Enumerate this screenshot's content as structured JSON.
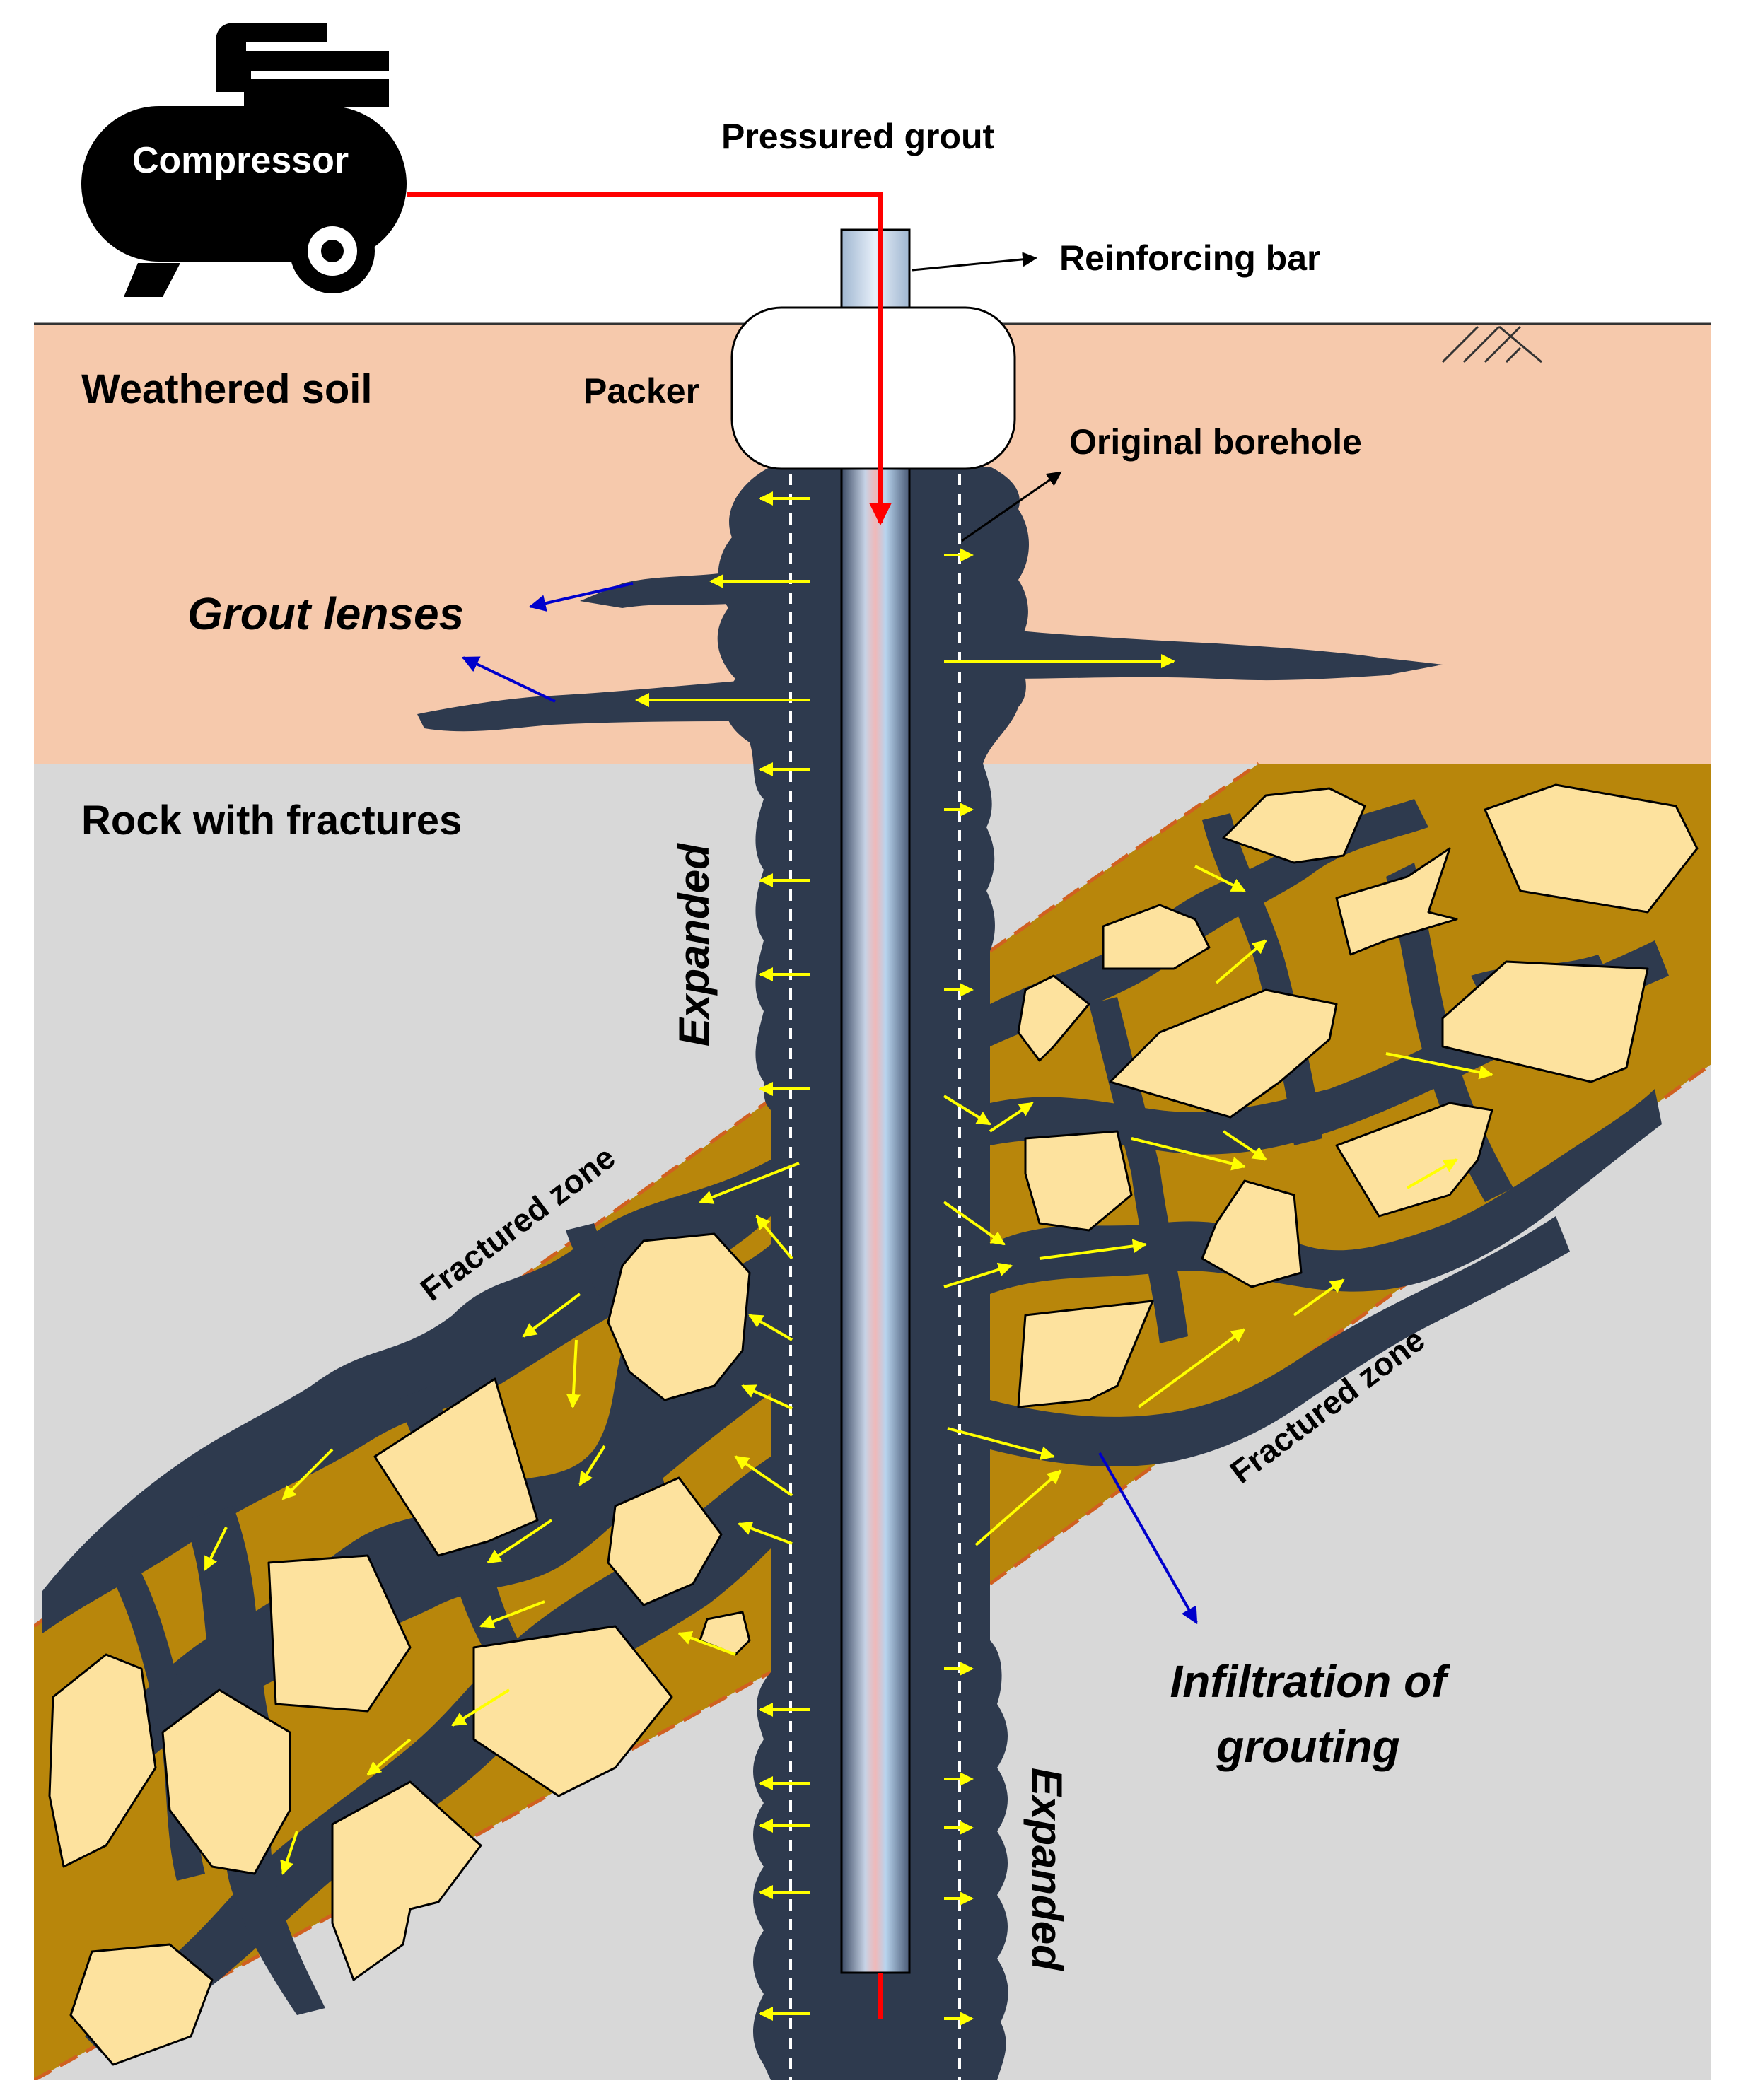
{
  "labels": {
    "compressor": "Compressor",
    "pressured_grout": "Pressured grout",
    "reinforcing_bar": "Reinforcing bar",
    "weathered_soil": "Weathered soil",
    "packer": "Packer",
    "original_borehole": "Original borehole",
    "grout_lenses": "Grout lenses",
    "rock_with_fractures": "Rock with fractures",
    "expanded_upper": "Expanded",
    "expanded_lower": "Expanded",
    "fractured_zone_left": "Fractured zone",
    "fractured_zone_right": "Fractured zone",
    "infiltration_line1": "Infiltration of",
    "infiltration_line2": "grouting"
  },
  "colors": {
    "soil": "#f6c9ac",
    "rock": "#d8d8d8",
    "grout": "#2e3a4e",
    "fractured_zone": "#b8860b",
    "fragment": "#fde29e",
    "pipe_red": "#ff0000",
    "flow_arrow": "#ffff00",
    "pointer_blue": "#0000cc",
    "zone_edge": "#d06020"
  }
}
